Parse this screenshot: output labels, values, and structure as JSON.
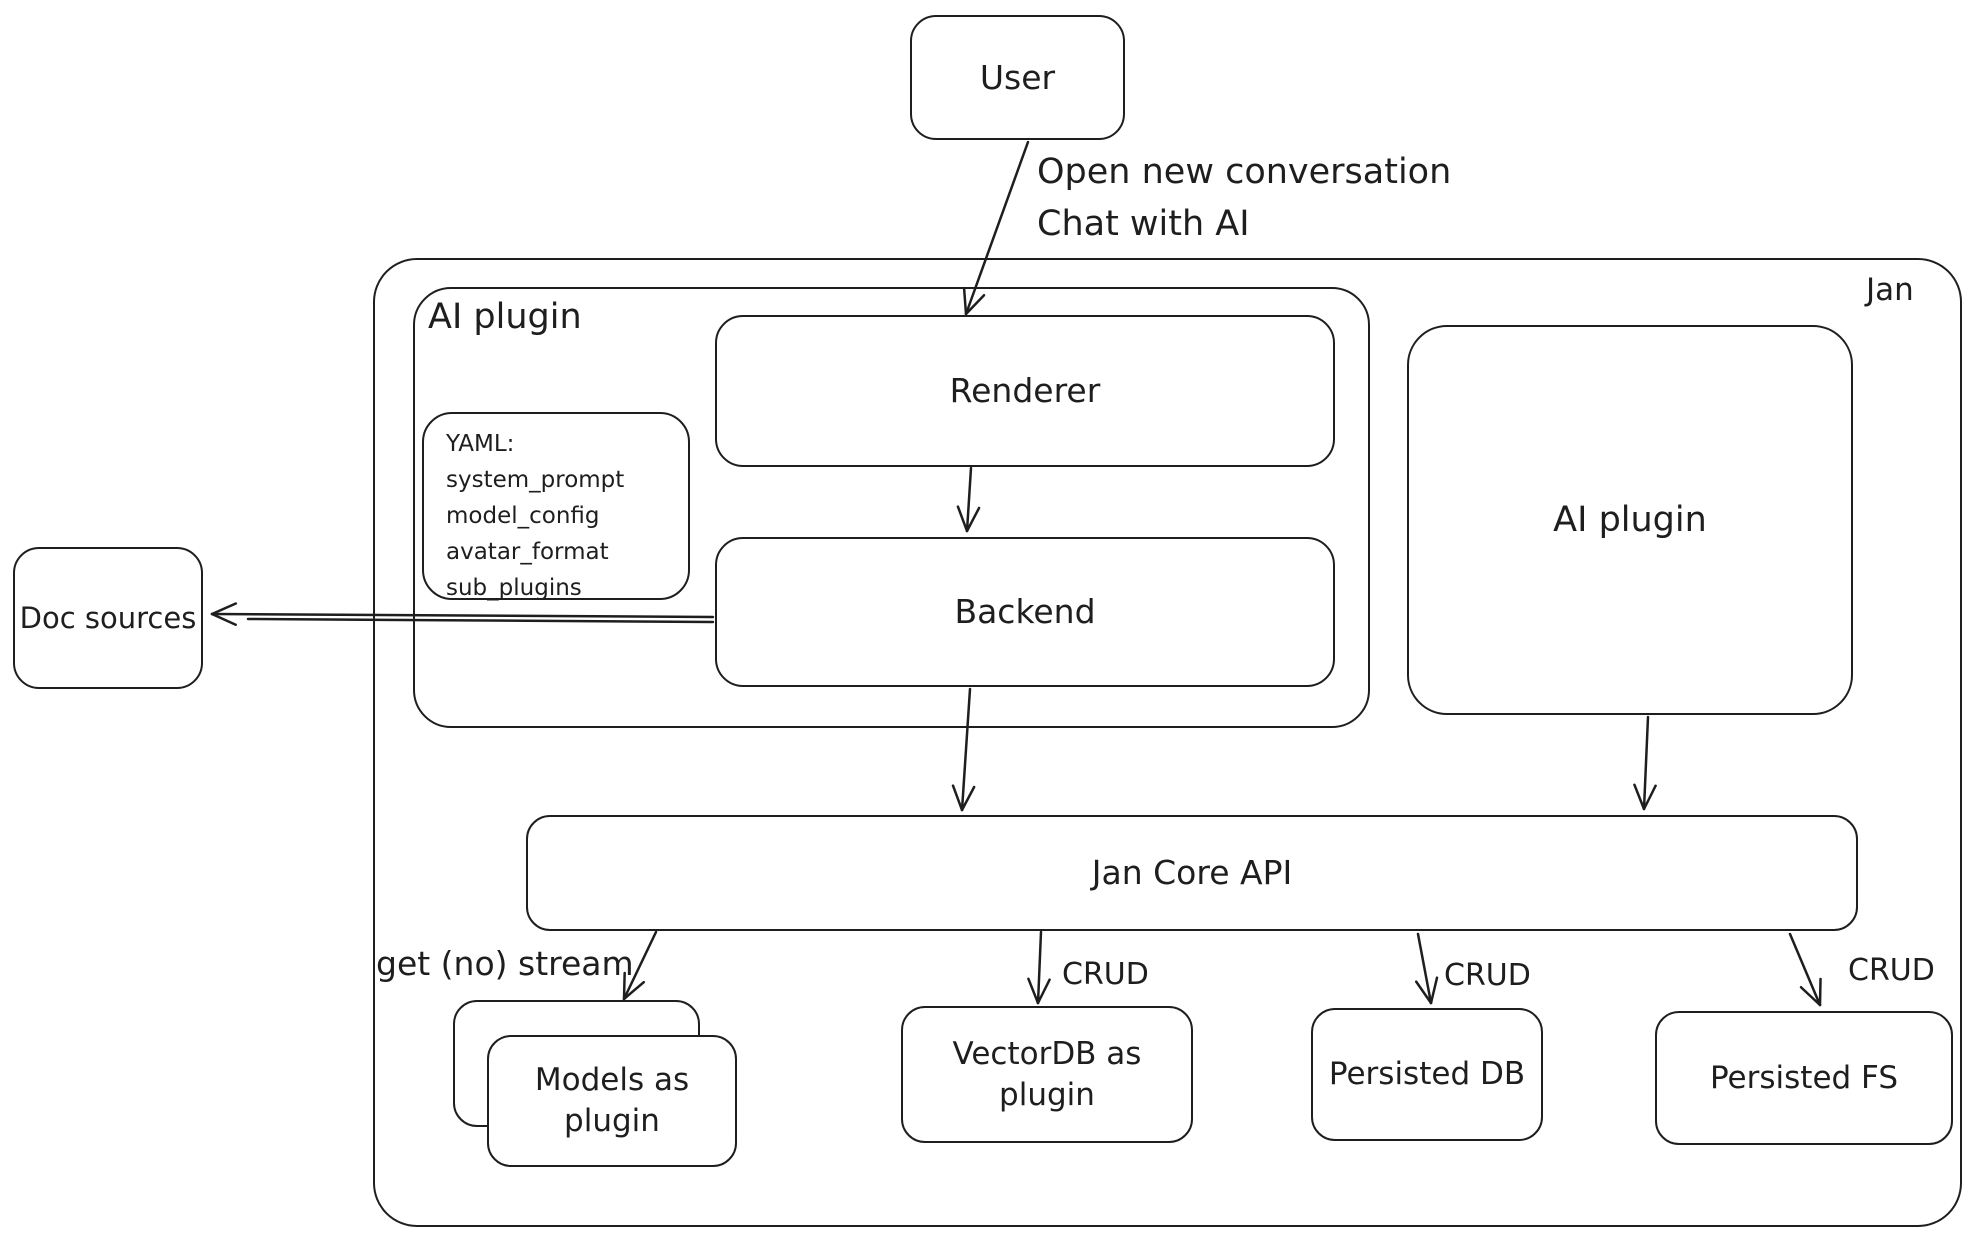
{
  "colors": {
    "stroke": "#1e1e1e",
    "background": "#ffffff"
  },
  "user": {
    "label": "User"
  },
  "user_arrow": {
    "line1": "Open new conversation",
    "line2": "Chat with AI"
  },
  "jan": {
    "label": "Jan"
  },
  "ai_plugin_left": {
    "label": "AI plugin"
  },
  "renderer": {
    "label": "Renderer"
  },
  "backend": {
    "label": "Backend"
  },
  "yaml_note": {
    "title": "YAML:",
    "lines": [
      "system_prompt",
      "model_config",
      "avatar_format",
      "sub_plugins"
    ]
  },
  "ai_plugin_right": {
    "label": "AI plugin"
  },
  "doc_sources": {
    "label": "Doc sources"
  },
  "jan_core_api": {
    "label": "Jan Core API"
  },
  "edges": {
    "get_no_stream": "get (no) stream",
    "crud_vectordb": "CRUD",
    "crud_persisted_db": "CRUD",
    "crud_persisted_fs": "CRUD"
  },
  "models": {
    "line1": "Models as",
    "line2": "plugin"
  },
  "vectordb": {
    "line1": "VectorDB as",
    "line2": "plugin"
  },
  "persisted_db": {
    "label": "Persisted DB"
  },
  "persisted_fs": {
    "label": "Persisted FS"
  }
}
